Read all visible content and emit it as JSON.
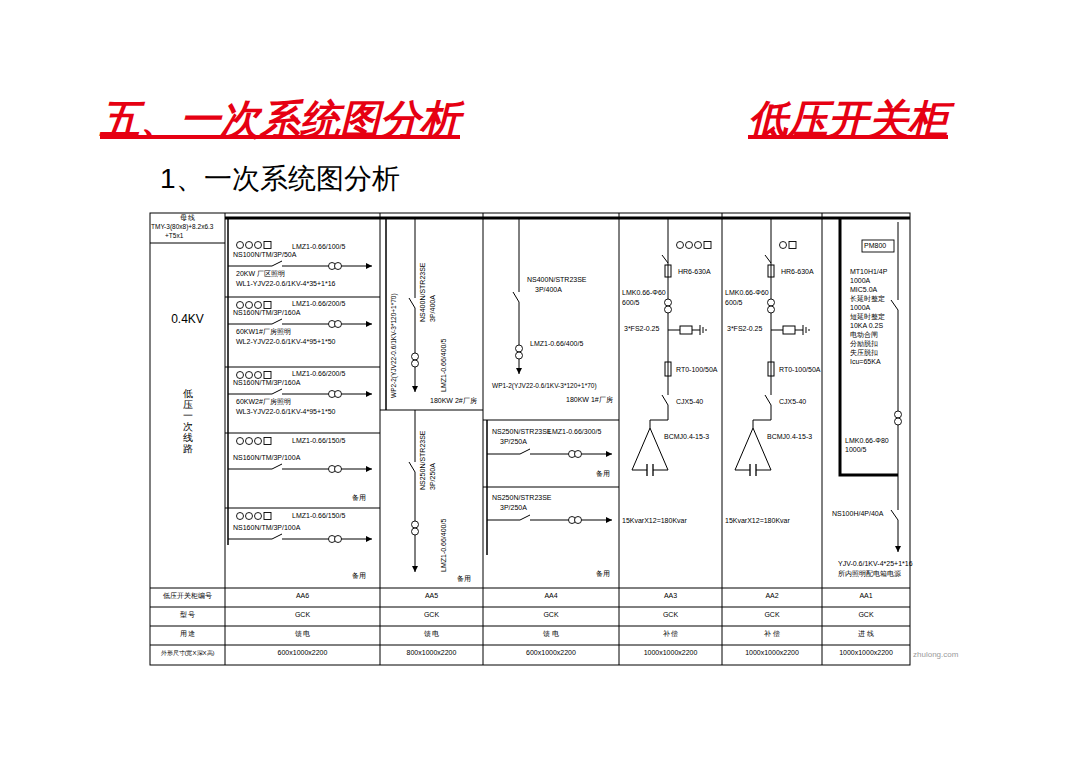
{
  "diagram": {
    "title": "五、一次系统图分析",
    "labels": [
      "低压开关柜",
      "1、一次系统图分析",
      "母 线",
      "TMY-3(80x8)+8.2x6.3",
      "+T5x1",
      "0.4KV",
      "低压一次线路",
      "LMZ1-0.66/100/5",
      "NS100N/TM/3P/50A",
      "20KW 厂区照明",
      "WL1-YJV22-0.6/1KV-4*35+1*16",
      "LMZ1-0.66/200/5",
      "NS160N/TM/3P/160A",
      "60KW1#厂房照明",
      "WL2-YJV22-0.6/1KV-4*95+1*50",
      "LMZ1-0.66/200/5",
      "NS160N/TM/3P/160A",
      "60KW2#厂房照明",
      "WL3-YJV22-0.6/1KV-4*95+1*50",
      "LMZ1-0.66/150/5",
      "NS160N/TM/3P/100A",
      "备用",
      "LMZ1-0.66/150/5",
      "NS160N/TM/3P/100A",
      "备用",
      "WP2-2(YJV22-0.6/1KV-3*120+1*70)",
      "NS400N/STR23SE",
      "3P/400A",
      "LMZ1-0.66/400/5",
      "180KW 2#厂房",
      "NS250N/STR23SE",
      "3P/250A",
      "LMZ1-0.66/400/5",
      "备用",
      "NS400N/STR23SE",
      "3P/400A",
      "LMZ1-0.66/400/5",
      "WP1-2(YJV22-0.6/1KV-3*120+1*70)",
      "180KW 1#厂房",
      "NS250N/STR23SE",
      "3P/250A",
      "LMZ1-0.66/300/5",
      "备用",
      "NS250N/STR23SE",
      "3P/250A",
      "备用",
      "HR6-630A",
      "LMK0.66-Φ60",
      "600/5",
      "3*FS2-0.25",
      "RT0-100/50A",
      "CJX5-40",
      "BCMJ0.4-15-3",
      "15KvarX12=180Kvar",
      "HR6-630A",
      "LMK0.66-Φ60",
      "600/5",
      "3*FS2-0.25",
      "RT0-100/50A",
      "CJX5-40",
      "BCMJ0.4-15-3",
      "15KvarX12=180Kvar",
      "PM800",
      "MT10H1/4P",
      "1000A",
      "MIC5.0A",
      "长延时整定",
      "1000A",
      "短延时整定",
      "10KA 0.2S",
      "电动合闸",
      "分励脱扣",
      "失压脱扣",
      "Icu=65KA",
      "LMK0.66-Φ80",
      "1000/5",
      "NS100H/4P/40A",
      "YJV-0.6/1KV-4*25+1*16",
      "所内照明配电箱电源",
      "低压开关柜编号",
      "AA6",
      "AA5",
      "AA4",
      "AA3",
      "AA2",
      "AA1",
      "型 号",
      "GCK",
      "GCK",
      "GCK",
      "GCK",
      "GCK",
      "GCK",
      "用 途",
      "馈 电",
      "馈 电",
      "馈 电",
      "补 偿",
      "补 偿",
      "进 线",
      "外形尺寸(宽X深X高)",
      "600x1000x2200",
      "800x1000x2200",
      "600x1000x2200",
      "1000x1000x2200",
      "1000x1000x2200",
      "1000x1000x2200",
      "zhulong.com"
    ]
  }
}
